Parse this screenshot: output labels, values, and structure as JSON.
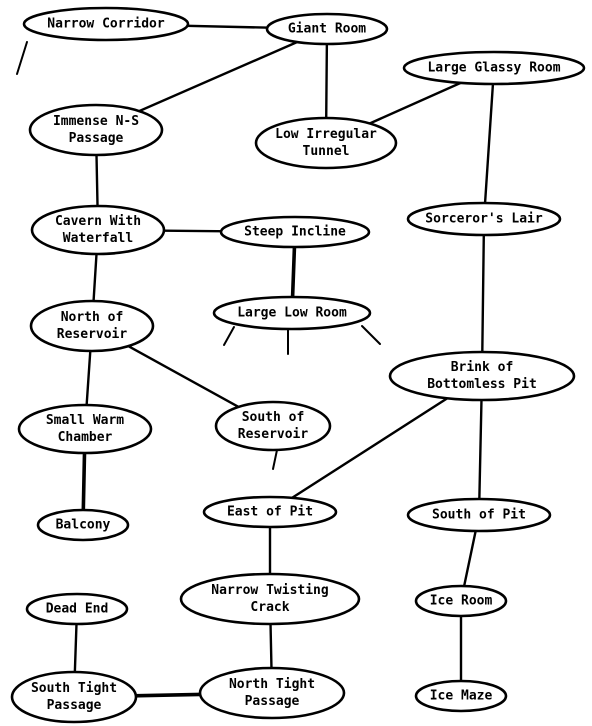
{
  "rooms": {
    "narrow_corridor": [
      "Narrow Corridor"
    ],
    "giant_room": [
      "Giant Room"
    ],
    "immense_ns_passage": [
      "Immense N-S",
      "Passage"
    ],
    "low_irregular_tunnel": [
      "Low Irregular",
      "Tunnel"
    ],
    "large_glassy_room": [
      "Large Glassy Room"
    ],
    "sorcerors_lair": [
      "Sorceror's Lair"
    ],
    "cavern_with_waterfall": [
      "Cavern With",
      "Waterfall"
    ],
    "steep_incline": [
      "Steep Incline"
    ],
    "large_low_room": [
      "Large Low Room"
    ],
    "north_of_reservoir": [
      "North of",
      "Reservoir"
    ],
    "south_of_reservoir": [
      "South of",
      "Reservoir"
    ],
    "small_warm_chamber": [
      "Small Warm",
      "Chamber"
    ],
    "balcony": [
      "Balcony"
    ],
    "brink_of_bottomless_pit": [
      "Brink of",
      "Bottomless Pit"
    ],
    "east_of_pit": [
      "East of Pit"
    ],
    "south_of_pit": [
      "South of Pit"
    ],
    "narrow_twisting_crack": [
      "Narrow Twisting",
      "Crack"
    ],
    "ice_room": [
      "Ice Room"
    ],
    "ice_maze": [
      "Ice Maze"
    ],
    "dead_end": [
      "Dead End"
    ],
    "south_tight_passage": [
      "South Tight",
      "Passage"
    ],
    "north_tight_passage": [
      "North Tight",
      "Passage"
    ]
  },
  "connections": [
    [
      "narrow_corridor",
      "giant_room"
    ],
    [
      "giant_room",
      "immense_ns_passage"
    ],
    [
      "giant_room",
      "low_irregular_tunnel"
    ],
    [
      "low_irregular_tunnel",
      "large_glassy_room"
    ],
    [
      "large_glassy_room",
      "sorcerors_lair"
    ],
    [
      "sorcerors_lair",
      "brink_of_bottomless_pit"
    ],
    [
      "immense_ns_passage",
      "cavern_with_waterfall"
    ],
    [
      "cavern_with_waterfall",
      "steep_incline"
    ],
    [
      "steep_incline",
      "large_low_room"
    ],
    [
      "cavern_with_waterfall",
      "north_of_reservoir"
    ],
    [
      "north_of_reservoir",
      "small_warm_chamber"
    ],
    [
      "north_of_reservoir",
      "south_of_reservoir"
    ],
    [
      "small_warm_chamber",
      "balcony"
    ],
    [
      "brink_of_bottomless_pit",
      "east_of_pit"
    ],
    [
      "brink_of_bottomless_pit",
      "south_of_pit"
    ],
    [
      "east_of_pit",
      "narrow_twisting_crack"
    ],
    [
      "narrow_twisting_crack",
      "north_tight_passage"
    ],
    [
      "south_of_pit",
      "ice_room"
    ],
    [
      "ice_room",
      "ice_maze"
    ],
    [
      "dead_end",
      "south_tight_passage"
    ],
    [
      "south_tight_passage",
      "north_tight_passage"
    ]
  ]
}
